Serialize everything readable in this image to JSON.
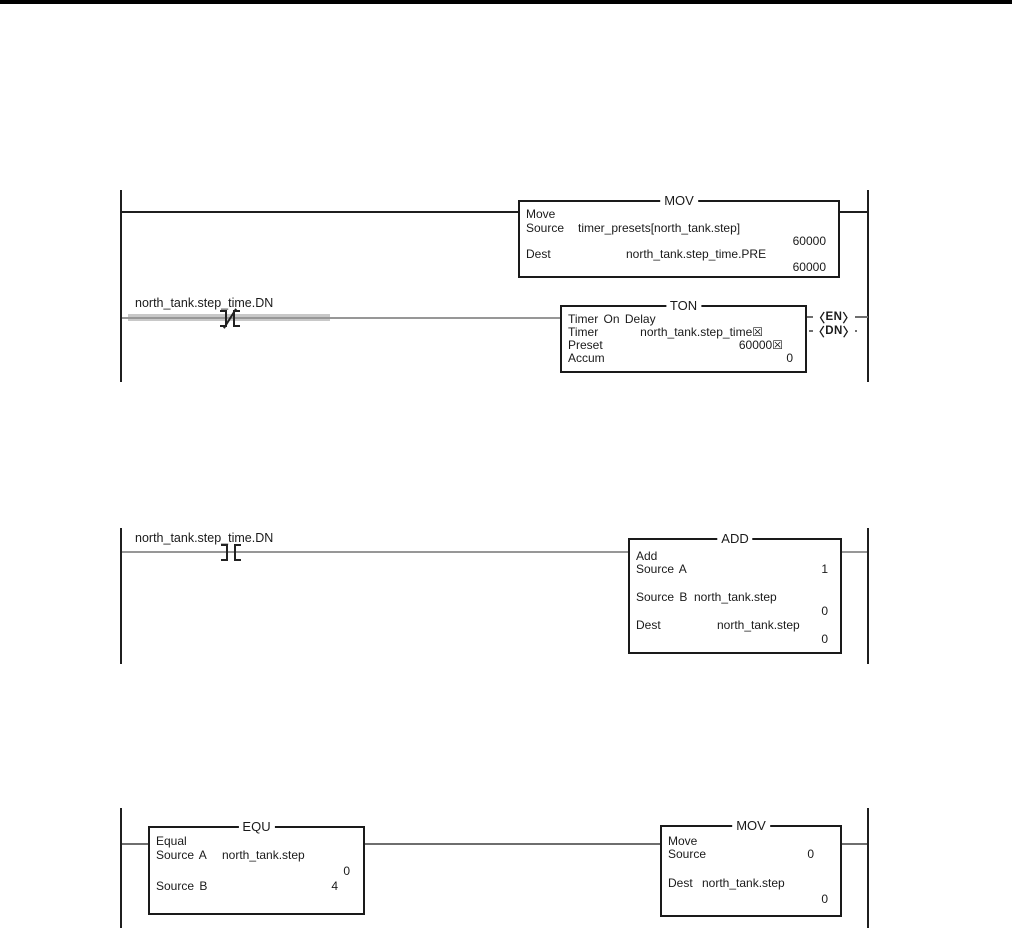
{
  "page": {
    "background": "#ffffff",
    "top_edge_color": "#000000"
  },
  "colors": {
    "wire": "#1f1f1f",
    "wire_gray": "#979797",
    "power_flow_highlight": "#c8c8c8",
    "box_border": "#1a1a1a",
    "text": "#1a1a1a"
  },
  "fig1": {
    "rung1": {
      "mov": {
        "title": "MOV",
        "rows": {
          "r0l": "Move",
          "r1l": "Source",
          "r1m": "timer_presets[north_tank.step]",
          "r2r": "60000",
          "r3l": "Dest",
          "r3m": "north_tank.step_time.PRE",
          "r4r": "60000"
        }
      }
    },
    "rung2": {
      "contact_label": "north_tank.step_time.DN",
      "ton": {
        "title": "TON",
        "rows": {
          "r0l": "Timer On Delay",
          "r1l": "Timer",
          "r1r": "north_tank.step_time☒",
          "r2l": "Preset",
          "r2r": "60000☒",
          "r3l": "Accum",
          "r3r": "0"
        }
      },
      "coil_en": "EN",
      "coil_dn": "DN"
    }
  },
  "fig2": {
    "rung1": {
      "contact_label": "north_tank.step_time.DN",
      "add": {
        "title": "ADD",
        "rows": {
          "r0l": "Add",
          "r1l": "Source A",
          "r1r": "1",
          "r2l": "Source B",
          "r2m": "north_tank.step",
          "r3r": "0",
          "r4l": "Dest",
          "r4m": "north_tank.step",
          "r5r": "0"
        }
      }
    }
  },
  "fig3": {
    "rung1": {
      "equ": {
        "title": "EQU",
        "rows": {
          "r0l": "Equal",
          "r1l": "Source A",
          "r1m": "north_tank.step",
          "r2r": "0",
          "r3l": "Source B",
          "r3r": "4"
        }
      },
      "mov": {
        "title": "MOV",
        "rows": {
          "r0l": "Move",
          "r1l": "Source",
          "r1r": "0",
          "r2l": "Dest",
          "r2m": "north_tank.step",
          "r3r": "0"
        }
      }
    }
  },
  "symbols": {
    "coil_bracket_left": "〈",
    "coil_bracket_right": "〉"
  }
}
